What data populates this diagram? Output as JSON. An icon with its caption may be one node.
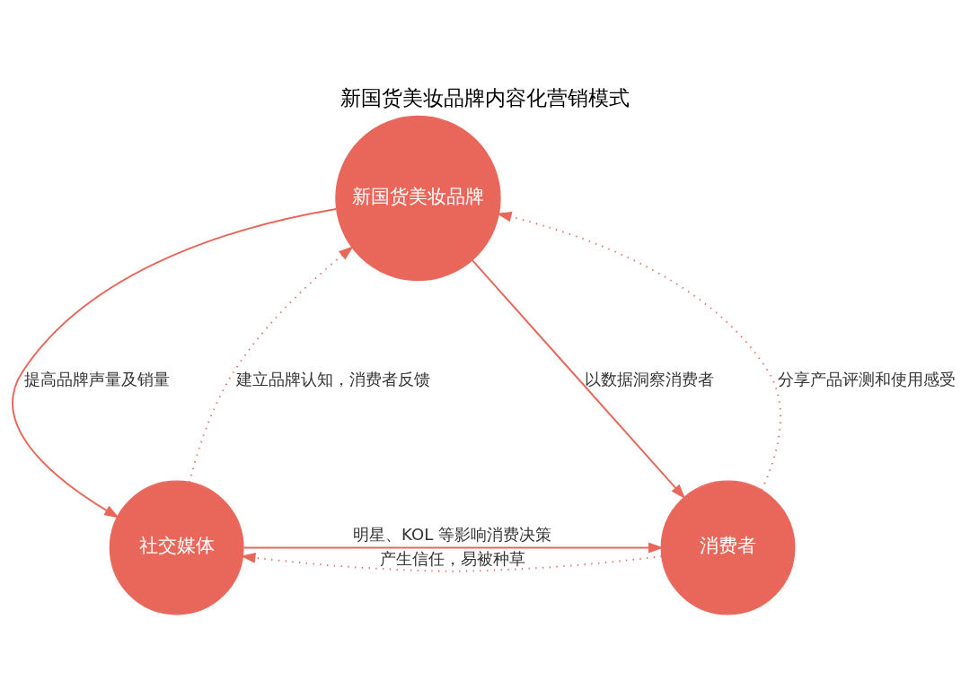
{
  "diagram": {
    "title": "新国货美妆品牌内容化营销模式",
    "nodes": [
      {
        "text": [
          "新国货美妆品牌"
        ]
      },
      {
        "text": [
          "社交媒体"
        ]
      },
      {
        "text": [
          "消费者"
        ]
      }
    ],
    "edges": [
      {
        "from": 1,
        "to": 0,
        "arrow": "to",
        "label": "建立品牌认知，消费者反馈",
        "style": "dashed"
      },
      {
        "from": 0,
        "to": 1,
        "arrow": "to",
        "label": "提高品牌声量及销量"
      },
      {
        "from": 0,
        "to": 2,
        "arrow": "to",
        "label": "以数据洞察消费者"
      },
      {
        "from": 2,
        "to": 0,
        "arrow": "to",
        "label": "分享产品评测和使用感受",
        "style": "dashed"
      },
      {
        "from": 1,
        "to": 2,
        "arrow": "to",
        "label": "明星、KOL 等影响消费决策"
      },
      {
        "from": 2,
        "to": 1,
        "arrow": "to",
        "label": "产生信任，易被种草",
        "style": "dashed"
      }
    ]
  }
}
